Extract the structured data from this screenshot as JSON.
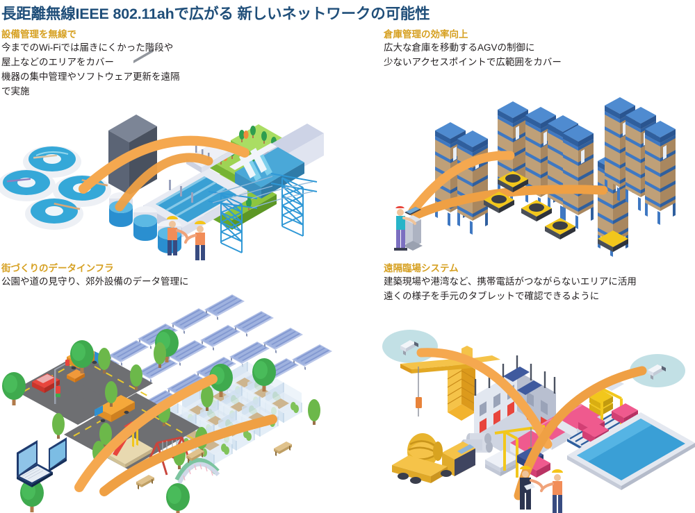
{
  "page": {
    "title": "長距離無線IEEE 802.11ahで広がる 新しいネットワークの可能性",
    "title_color": "#1f4e79",
    "heading_color": "#d6a021",
    "body_color": "#231f20",
    "accent_arc_color": "#f5a84f",
    "background": "#ffffff"
  },
  "panels": {
    "facility": {
      "heading": "設備管理を無線で",
      "lines": [
        "今までのWi-Fiでは届きにくかった階段や",
        "屋上などのエリアをカバー",
        "機器の集中管理やソフトウェア更新を遠隔",
        "で実施"
      ],
      "illustration": {
        "name": "water-treatment-dam-scene",
        "elements": [
          "circular-sedimentation-tanks",
          "control-building",
          "cylindrical-storage-tanks",
          "water-channels",
          "dam-spillway",
          "green-hills-with-trees",
          "transmission-towers",
          "two-workers"
        ]
      }
    },
    "warehouse": {
      "heading": "倉庫管理の効率向上",
      "lines": [
        "広大な倉庫を移動するAGVの制御に",
        "少ないアクセスポイントで広範囲をカバー"
      ],
      "illustration": {
        "name": "warehouse-agv-scene",
        "elements": [
          "pallet-racks",
          "agv-robots",
          "operator-terminal",
          "operator"
        ]
      }
    },
    "city": {
      "heading": "街づくりのデータインフラ",
      "lines": [
        "公園や道の見守り、郊外設備のデータ管理に"
      ],
      "illustration": {
        "name": "smart-city-scene",
        "elements": [
          "roads-intersection",
          "traffic-signal",
          "vehicles",
          "trees",
          "laptop",
          "tablet",
          "playground-slide",
          "swing-set",
          "park-benches",
          "arch-bridge",
          "solar-panel-array",
          "greenhouses"
        ]
      }
    },
    "remote": {
      "heading": "遠隔臨場システム",
      "lines": [
        "建築現場や港湾など、携帯電話がつながらないエリアに活用",
        "遠くの様子を手元のタブレットで確認できるように"
      ],
      "illustration": {
        "name": "remote-site-scene",
        "elements": [
          "tower-crane",
          "building-under-construction",
          "concrete-mixer-truck",
          "pipe-stack",
          "camera-bubble-left",
          "camera-bubble-right",
          "port-warehouses",
          "shipping-containers",
          "gantry-crane",
          "tablet-device",
          "two-workers"
        ]
      }
    }
  },
  "palette": {
    "navy": "#1f4e79",
    "gold": "#d6a021",
    "arc_orange": "#f5a84f",
    "arc_orange_dark": "#efa044",
    "water_cyan": "#29a8d8",
    "water_light": "#7fd0ec",
    "rack_blue": "#3f78c2",
    "rack_blue_light": "#79a9dd",
    "carton": "#c8a87e",
    "agv_yellow": "#f2c71c",
    "green_hill": "#8dc63f",
    "tree_green": "#3faa4e",
    "road_grey": "#6e6f72",
    "concrete": "#d9dde6",
    "port_pink": "#e8457f",
    "vest_orange": "#f0793b",
    "helmet_yellow": "#f5c518",
    "pants_navy": "#384b80"
  }
}
